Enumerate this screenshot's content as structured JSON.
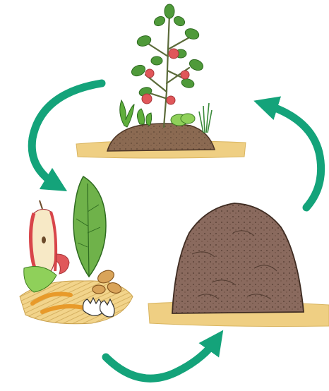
{
  "diagram": {
    "kind": "compost-cycle",
    "stages": [
      {
        "name": "growing-plants",
        "icon": "tomato-plant-in-soil-icon"
      },
      {
        "name": "food-scraps",
        "icon": "apple-core-peels-eggshell-icon"
      },
      {
        "name": "compost-pile",
        "icon": "compost-heap-icon"
      }
    ],
    "arrow_count": 3,
    "colors": {
      "arrow": "#14a37a",
      "arrow_dark": "#0b7a58",
      "soil": "#7a5a45",
      "compost": "#8a6a5e",
      "sand": "#efcf83",
      "leaf": "#4f9a3a",
      "tomato": "#e0575a"
    }
  }
}
